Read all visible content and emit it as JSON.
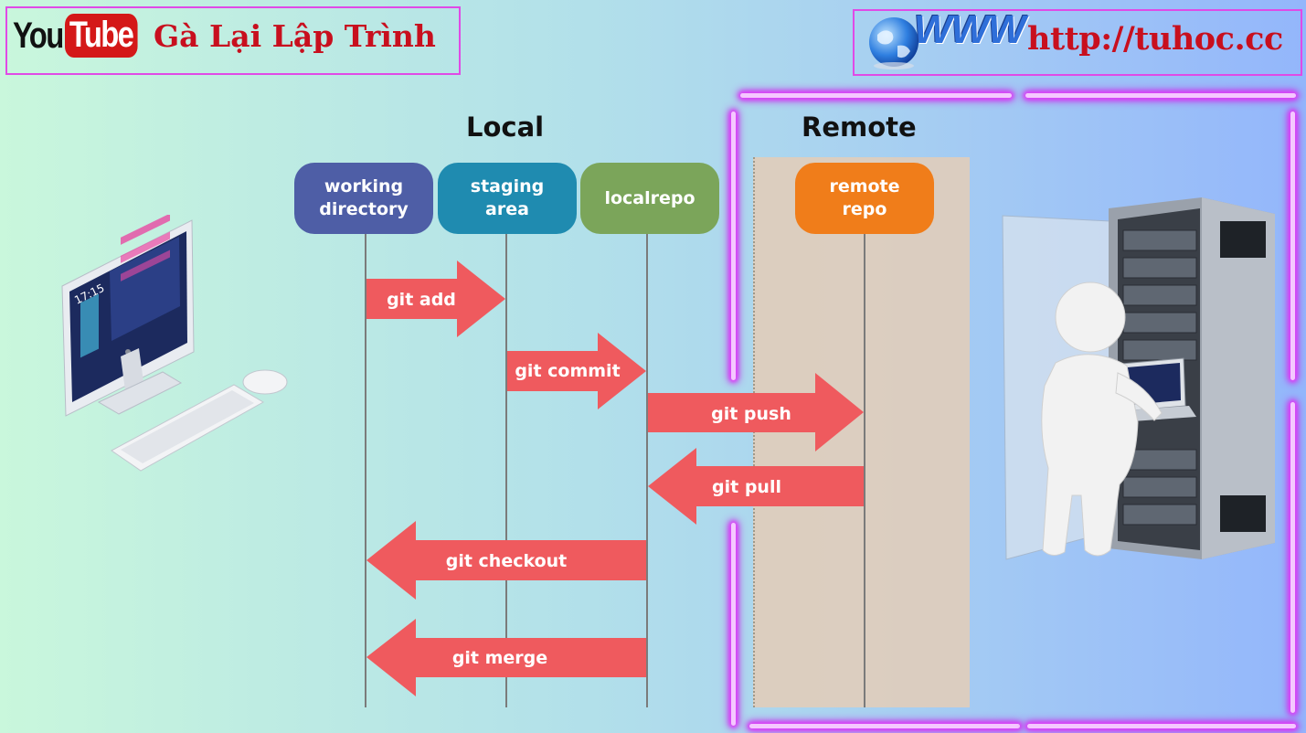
{
  "header": {
    "youtube_logo_you": "You",
    "youtube_logo_tube": "Tube",
    "channel_name": "Gà Lại Lập Trình",
    "www_logo_text": "WWW",
    "website_url": "http://tuhoc.cc"
  },
  "diagram": {
    "local_title": "Local",
    "remote_title": "Remote",
    "stages": [
      {
        "line1": "working",
        "line2": "directory",
        "color": "#4e5ea6"
      },
      {
        "line1": "staging",
        "line2": "area",
        "color": "#1f8bb0"
      },
      {
        "line1": "localrepo",
        "line2": "",
        "color": "#7ba55a"
      },
      {
        "line1": "remote",
        "line2": "repo",
        "color": "#f07d1a"
      }
    ],
    "commands": [
      {
        "label": "git add",
        "from": "working directory",
        "to": "staging area",
        "direction": "right"
      },
      {
        "label": "git commit",
        "from": "staging area",
        "to": "localrepo",
        "direction": "right"
      },
      {
        "label": "git push",
        "from": "localrepo",
        "to": "remote repo",
        "direction": "right"
      },
      {
        "label": "git pull",
        "from": "remote repo",
        "to": "localrepo",
        "direction": "left"
      },
      {
        "label": "git checkout",
        "from": "localrepo",
        "to": "working directory",
        "direction": "left"
      },
      {
        "label": "git merge",
        "from": "localrepo",
        "to": "working directory",
        "direction": "left"
      }
    ],
    "arrow_color": "#ef5a5e"
  },
  "illustrations": {
    "computer_screen_time": "17:15"
  },
  "colors": {
    "neon_frame": "#e040fb",
    "brand_red": "#c80f1e"
  }
}
